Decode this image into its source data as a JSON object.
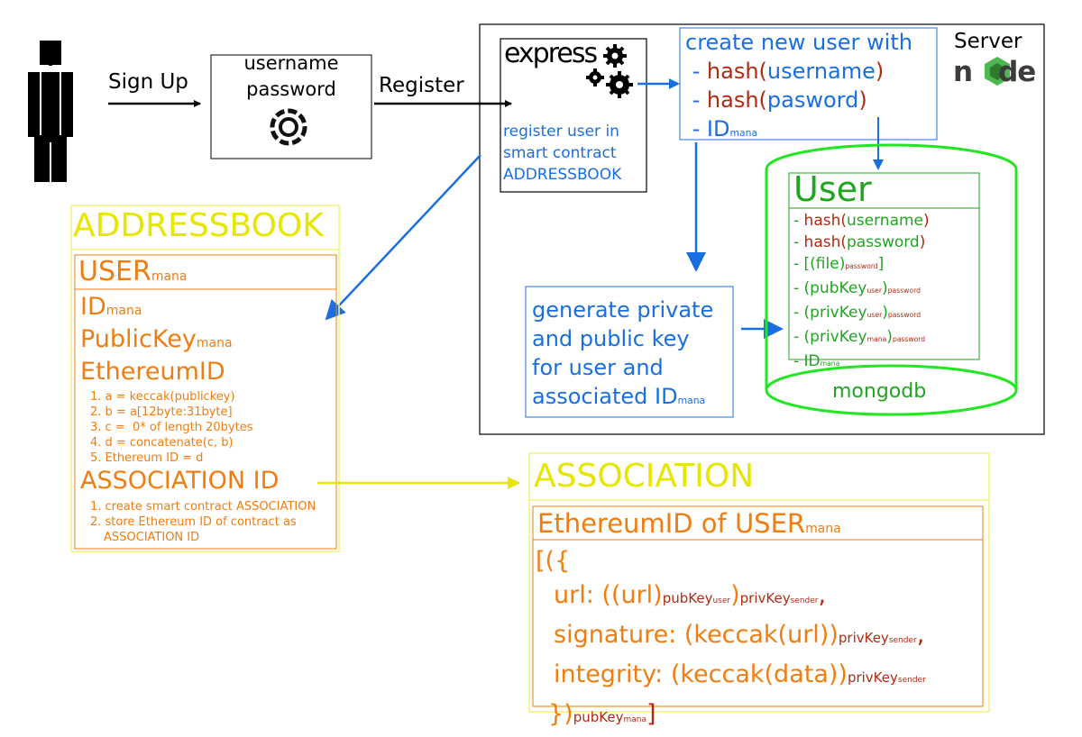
{
  "person": {
    "icon": "person-icon"
  },
  "flow": {
    "signup_label": "Sign Up",
    "register_label": "Register"
  },
  "credentials": {
    "username": "username",
    "password": "password",
    "icon": "openai-logo-icon"
  },
  "server": {
    "label": "Server",
    "node_logo": "node"
  },
  "express": {
    "logo": "express",
    "register_text": [
      "register user in",
      "smart contract",
      "ADDRESSBOOK"
    ]
  },
  "create_user": {
    "title": "create new user with",
    "items": [
      {
        "prefix": " - ",
        "fn": "hash(",
        "arg": "username",
        "close": ")"
      },
      {
        "prefix": " - ",
        "fn": "hash(",
        "arg": "pasword",
        "close": ")"
      }
    ],
    "id": " - ID",
    "id_sub": "mana"
  },
  "generate": {
    "lines": [
      "generate private",
      "and public key",
      "for user and",
      "associated ID"
    ],
    "sub": "mana"
  },
  "mongodb": {
    "label": "mongodb",
    "title": "User",
    "rows": [
      {
        "text": "- ",
        "fn": "hash(",
        "arg": "username",
        "close": ")"
      },
      {
        "text": "- ",
        "fn": "hash(",
        "arg": "password",
        "close": ")"
      }
    ],
    "file_row": {
      "a": "- [(file)",
      "b": "password",
      "c": "]"
    },
    "pub_row": {
      "a": "- (pubKey",
      "b": "user",
      "c": ")",
      "d": "password"
    },
    "priv_row": {
      "a": "- (privKey",
      "b": "user",
      "c": ")",
      "d": "password"
    },
    "privmana_row": {
      "a": "- (privKey",
      "b": "mana",
      "c": ")",
      "d": "password"
    },
    "id_row": {
      "a": "- ID",
      "b": "mana"
    }
  },
  "addressbook": {
    "title": "ADDRESSBOOK",
    "user": "USER",
    "user_sub": "mana",
    "id": "ID",
    "id_sub": "mana",
    "pubkey": "PublicKey",
    "pubkey_sub": "mana",
    "ethereum": "EthereumID",
    "steps": [
      "1. a = keccak(publickey)",
      "2. b = a[12byte:31byte]",
      "3. c =  0* of length 20bytes",
      "4. d = concatenate(c, b)",
      "5. Ethereum ID = d"
    ],
    "association_id": "ASSOCIATION ID",
    "assoc_steps": [
      "1. create smart contract ASSOCIATION",
      "2. store Ethereum ID of contract as",
      "ASSOCIATION ID"
    ]
  },
  "association": {
    "title": "ASSOCIATION",
    "header": "EthereumID of USER",
    "header_sub": "mana",
    "open": "[({",
    "url_label": "url: ((url)",
    "url_s1": "pubKey",
    "url_s1b": "user",
    "url_mid": ")",
    "url_s2": "privKey",
    "url_s2b": "sender",
    "url_end": ",",
    "sig_label": "signature: (keccak(url))",
    "sig_s": "privKey",
    "sig_sb": "sender",
    "sig_end": ",",
    "int_label": "integrity: (keccak(data))",
    "int_s": "privKey",
    "int_sb": "sender",
    "close": "})",
    "close_s": "pubKey",
    "close_sb": "mana",
    "close_end": "]"
  },
  "colors": {
    "blue": "#1a6fe0",
    "red": "#b22a12",
    "green": "#1fa61f",
    "bright_green": "#22e622",
    "orange": "#f07d0f",
    "yellow": "#e6e600",
    "yellow_border": "#f2f27a"
  }
}
